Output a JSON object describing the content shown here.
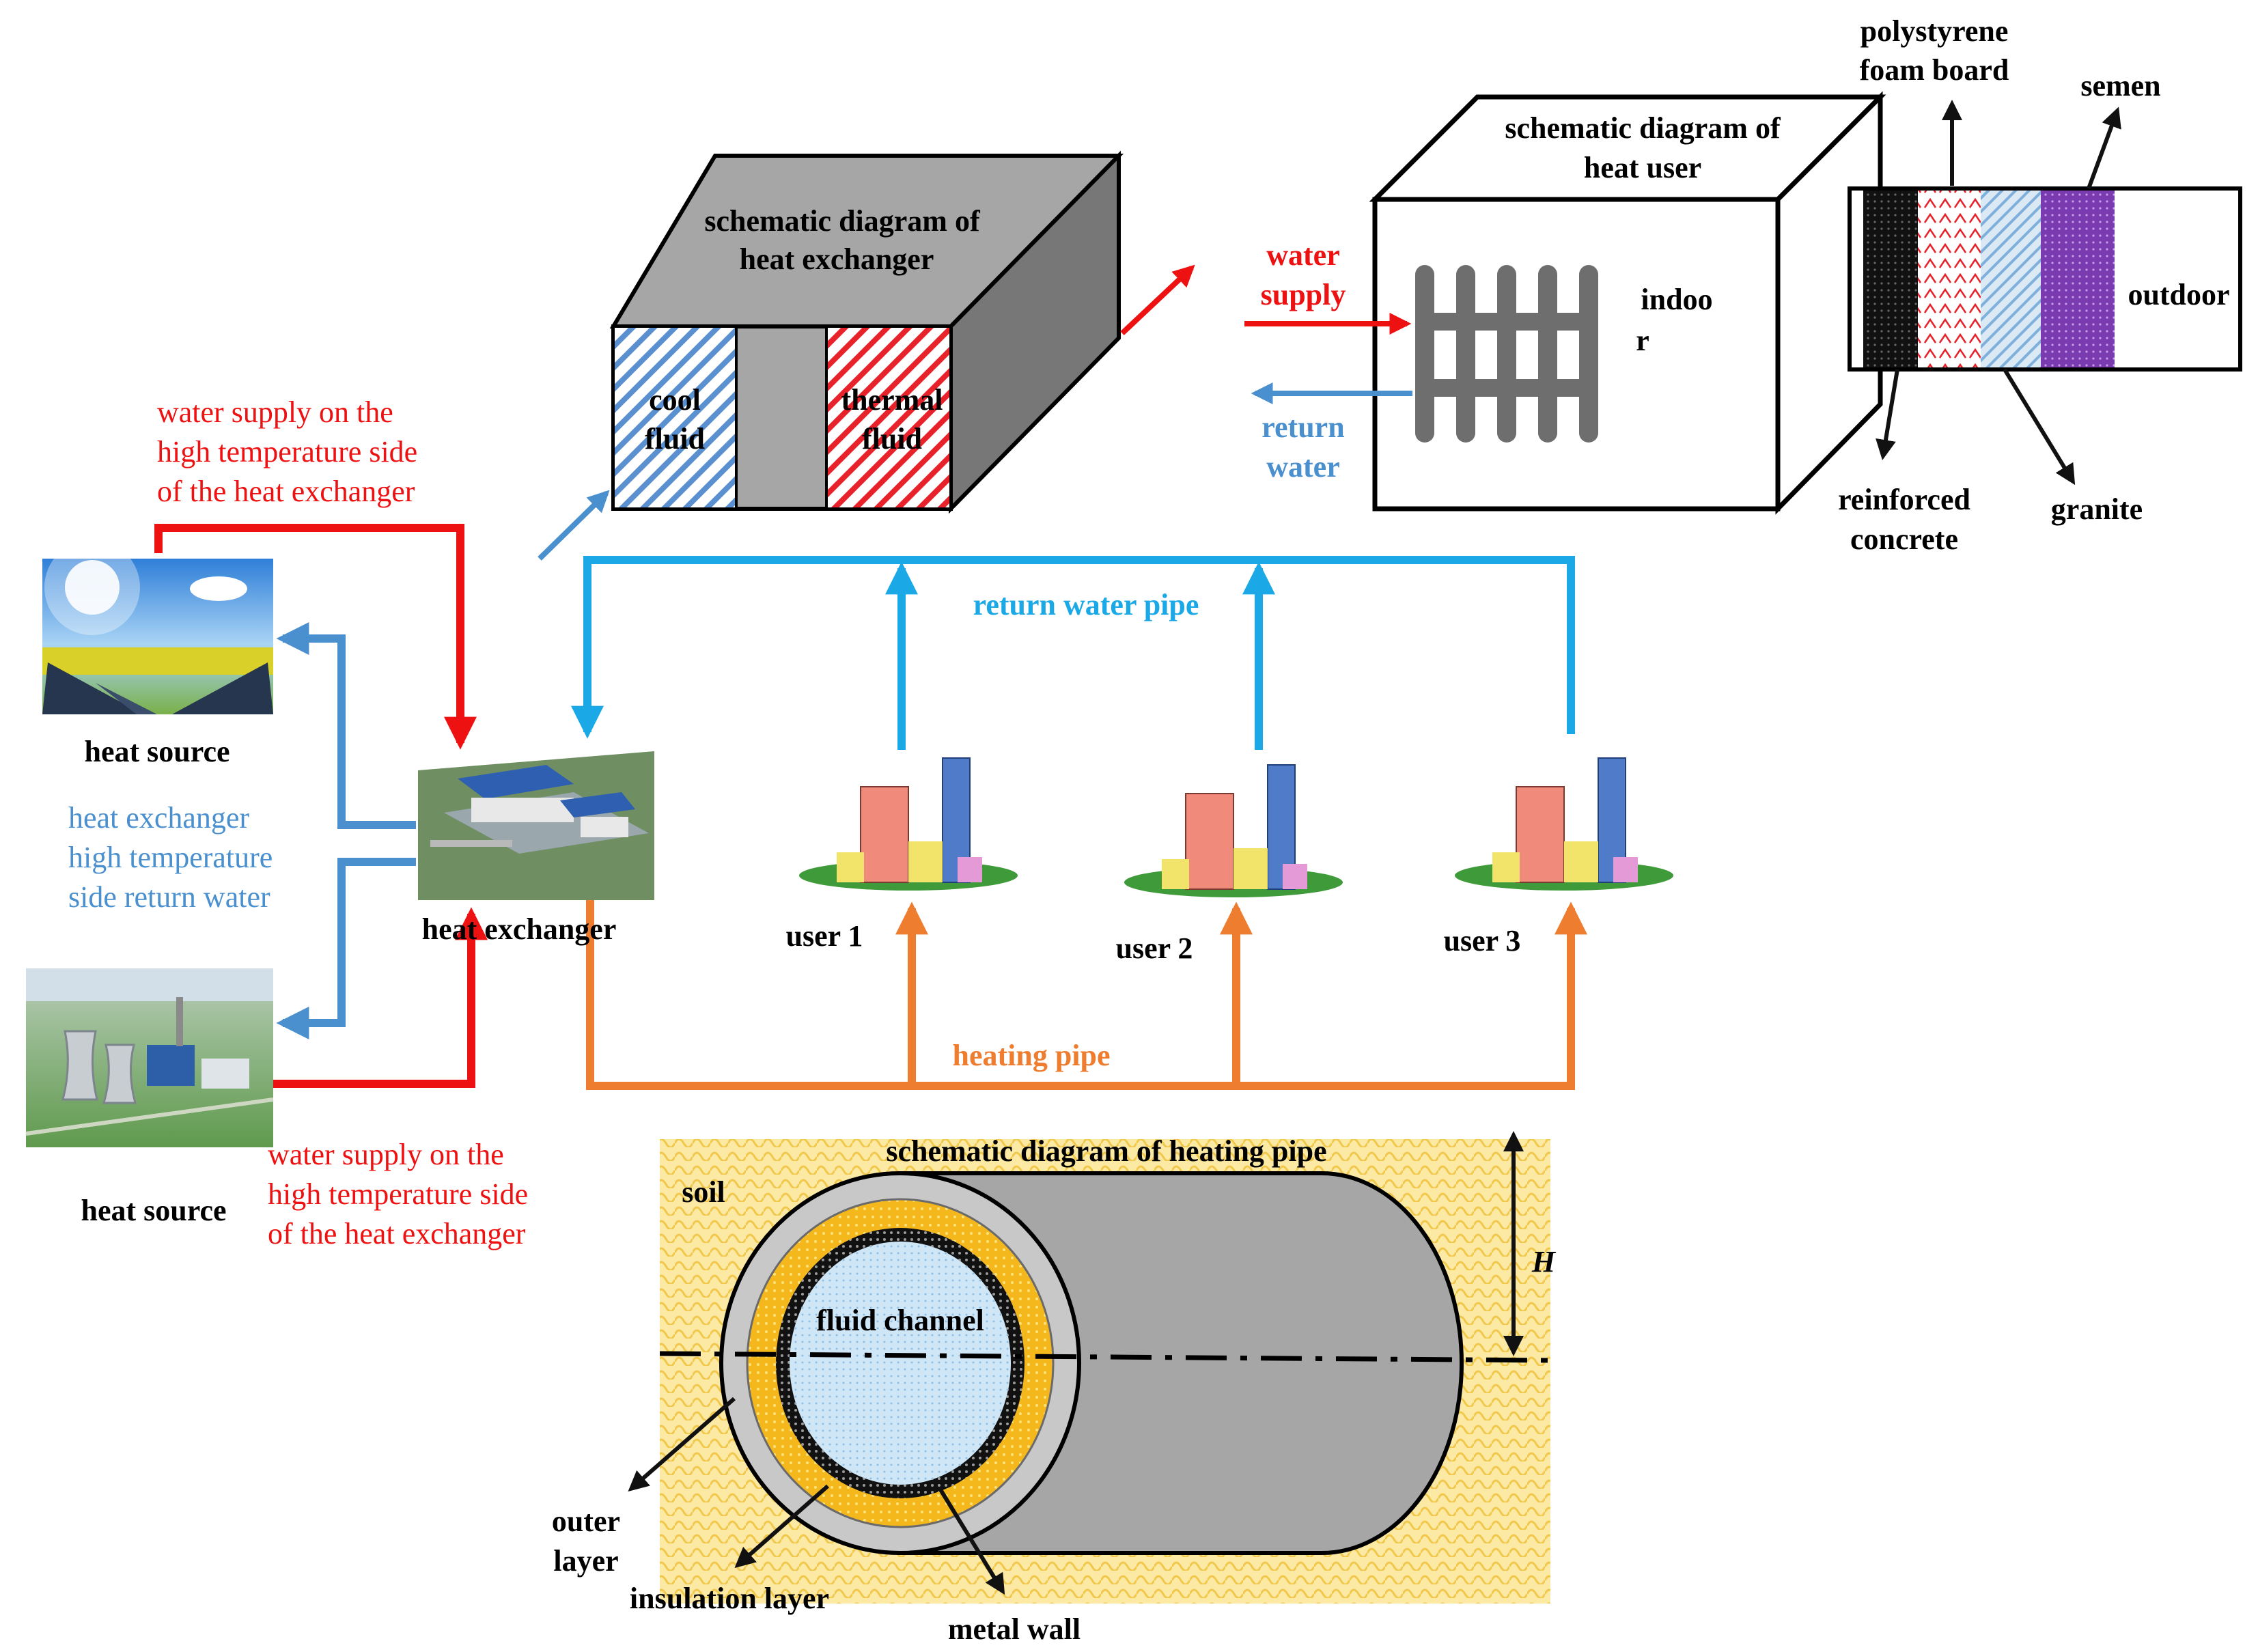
{
  "exchanger_box": {
    "title_1": "schematic diagram of",
    "title_2": "heat exchanger",
    "cool_1": "cool",
    "cool_2": "fluid",
    "thermal_1": "thermal",
    "thermal_2": "fluid"
  },
  "user_box": {
    "title_1": "schematic diagram of",
    "title_2": "heat user",
    "water_supply_1": "water",
    "water_supply_2": "supply",
    "return_1": "return",
    "return_2": "water",
    "indoor_1": "indoo",
    "indoor_2": "r"
  },
  "wall": {
    "polystyrene_1": "polystyrene",
    "polystyrene_2": "foam board",
    "semen": "semen",
    "outdoor": "outdoor",
    "reinforced_1": "reinforced",
    "reinforced_2": "concrete",
    "granite": "granite"
  },
  "network": {
    "supply_top_1": "water supply on the",
    "supply_top_2": "high temperature side",
    "supply_top_3": "of the heat exchanger",
    "heat_source_top": "heat source",
    "return_side_1": "heat exchanger",
    "return_side_2": "high temperature",
    "return_side_3": "side return water",
    "heat_exchanger": "heat exchanger",
    "heat_source_bottom": "heat source",
    "supply_bottom_1": "water supply on the",
    "supply_bottom_2": "high temperature side",
    "supply_bottom_3": "of the heat exchanger",
    "return_pipe": "return water pipe",
    "heating_pipe": "heating pipe",
    "user_1": "user 1",
    "user_2": "user 2",
    "user_3": "user 3"
  },
  "pipe": {
    "title": "schematic diagram of heating pipe",
    "soil": "soil",
    "H": "H",
    "fluid_channel": "fluid channel",
    "outer_1": "outer",
    "outer_2": "layer",
    "insulation": "insulation layer",
    "metal": "metal wall"
  },
  "colors": {
    "supply": "#ee1111",
    "return_side": "#4a90cf",
    "return_pipe": "#1aa9e6",
    "heating_pipe": "#ee7d2f",
    "thermal_fluid": "#e8222a",
    "cool_fluid": "#5a8fd0",
    "insulation": "#f5b81c",
    "soil": "#f6dd7a",
    "semen": "#7a3ab0"
  },
  "icons": [
    "sun-solar-panel-icon",
    "power-plant-icon",
    "factory-building-icon",
    "city-buildings-icon",
    "radiator-icon"
  ]
}
